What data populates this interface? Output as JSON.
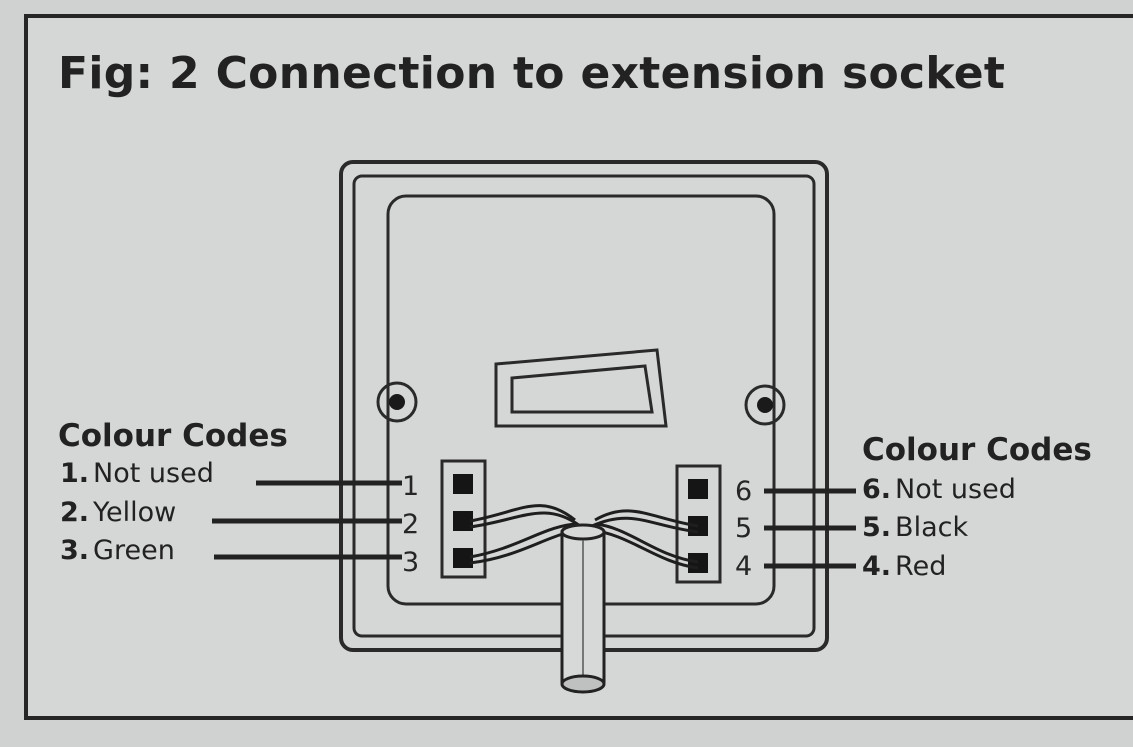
{
  "title": "Fig: 2  Connection to extension socket",
  "left_codes": {
    "heading": "Colour Codes",
    "items": [
      {
        "num": "1.",
        "label": "Not used"
      },
      {
        "num": "2.",
        "label": "Yellow"
      },
      {
        "num": "3.",
        "label": "Green"
      }
    ]
  },
  "right_codes": {
    "heading": "Colour Codes",
    "items": [
      {
        "num": "6.",
        "label": "Not used"
      },
      {
        "num": "5.",
        "label": "Black"
      },
      {
        "num": "4.",
        "label": "Red"
      }
    ]
  },
  "terminals": {
    "left": [
      "1",
      "2",
      "3"
    ],
    "right": [
      "6",
      "5",
      "4"
    ]
  }
}
